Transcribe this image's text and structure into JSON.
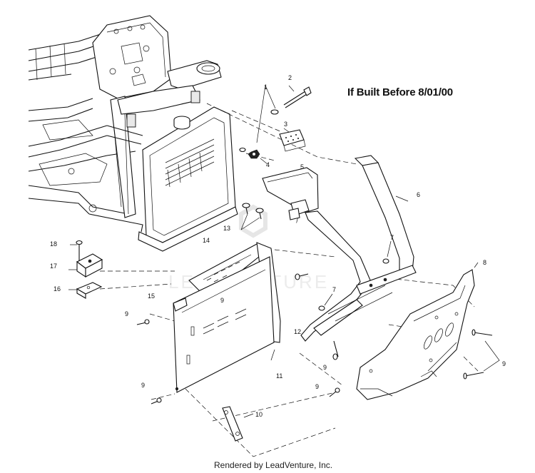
{
  "diagram": {
    "title": "If Built Before 8/01/00",
    "footer": "Rendered by LeadVenture, Inc.",
    "watermark": "LEADVENTURE",
    "callouts": {
      "c1": "1",
      "c2": "2",
      "c3": "3",
      "c4": "4",
      "c5": "5",
      "c6": "6",
      "c7a": "7",
      "c7b": "7",
      "c8": "8",
      "c9a": "9",
      "c9b": "9",
      "c9c": "9",
      "c9d": "9",
      "c9e": "9",
      "c9f": "9",
      "c10": "10",
      "c11": "11",
      "c12": "12",
      "c13": "13",
      "c14": "14",
      "c15": "15",
      "c16": "16",
      "c17": "17",
      "c18": "18"
    }
  }
}
